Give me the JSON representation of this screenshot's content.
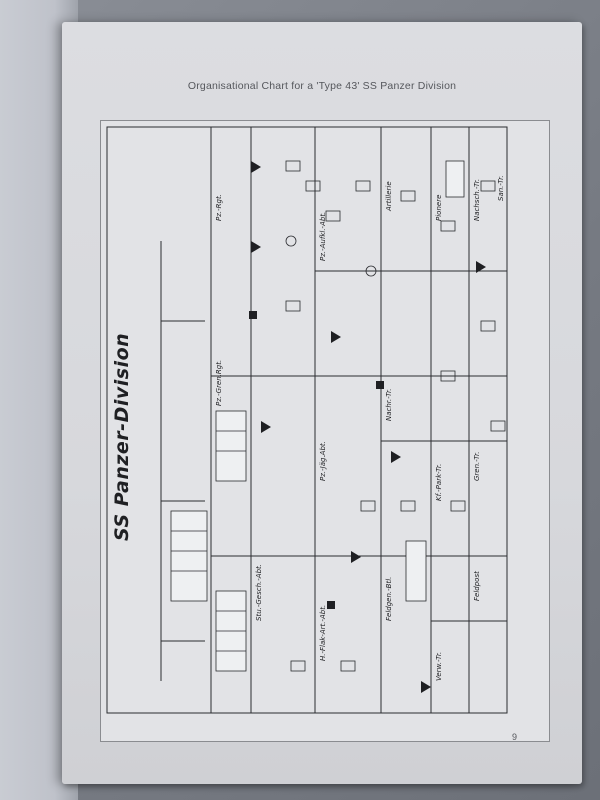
{
  "page": {
    "running_title": "Organisational Chart for a 'Type 43' SS Panzer Division",
    "page_number": "9"
  },
  "chart": {
    "division_title": "SS Panzer-Division",
    "unit_labels": [
      "Pz.-Gren.Rgt.",
      "Pz.-Rgt.",
      "Pz.-Aufkl.-Abt.",
      "Artillerie",
      "Pionere",
      "Nachsch.-Tr.",
      "San.-Tr.",
      "Pz.-Jäg.Abt.",
      "Nachr.-Tr.",
      "Stu.-Gesch.-Abt.",
      "H.-Flak-Art.-Abt.",
      "Feldgen.-Btl.",
      "Kf.-Park-Tr.",
      "Gren.-Tr.",
      "Verw.-Tr.",
      "Feldpost"
    ]
  }
}
